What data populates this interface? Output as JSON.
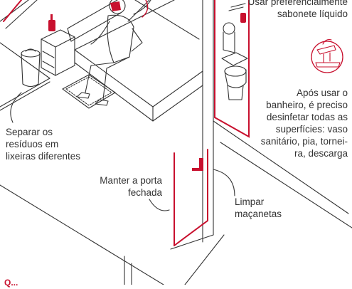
{
  "labels": {
    "soap": [
      "Usar preferencialmente",
      "sabonete líquido"
    ],
    "bathroom": [
      "Após usar  o",
      "banheiro, é preciso",
      "desinfetar todas as",
      "superfícies: vaso",
      "sanitário, pia, tornei-",
      "ra, descarga"
    ],
    "trash": [
      "Separar os",
      "resíduos em",
      "lixeiras diferentes"
    ],
    "door": [
      "Manter a porta",
      "fechada"
    ],
    "doorknob": [
      "Limpar",
      "maçanetas"
    ],
    "corner": "Q..."
  },
  "colors": {
    "accent": "#c8102e",
    "line": "#333333"
  },
  "icons": [
    "person-icon",
    "bed-icon",
    "trash-bin-icon",
    "soap-bottle-icon",
    "nightstand-icon",
    "toilet-icon",
    "sink-icon",
    "faucet-cleaning-icon",
    "door-icon",
    "doorknob-icon",
    "towel-icon",
    "rug-icon"
  ]
}
